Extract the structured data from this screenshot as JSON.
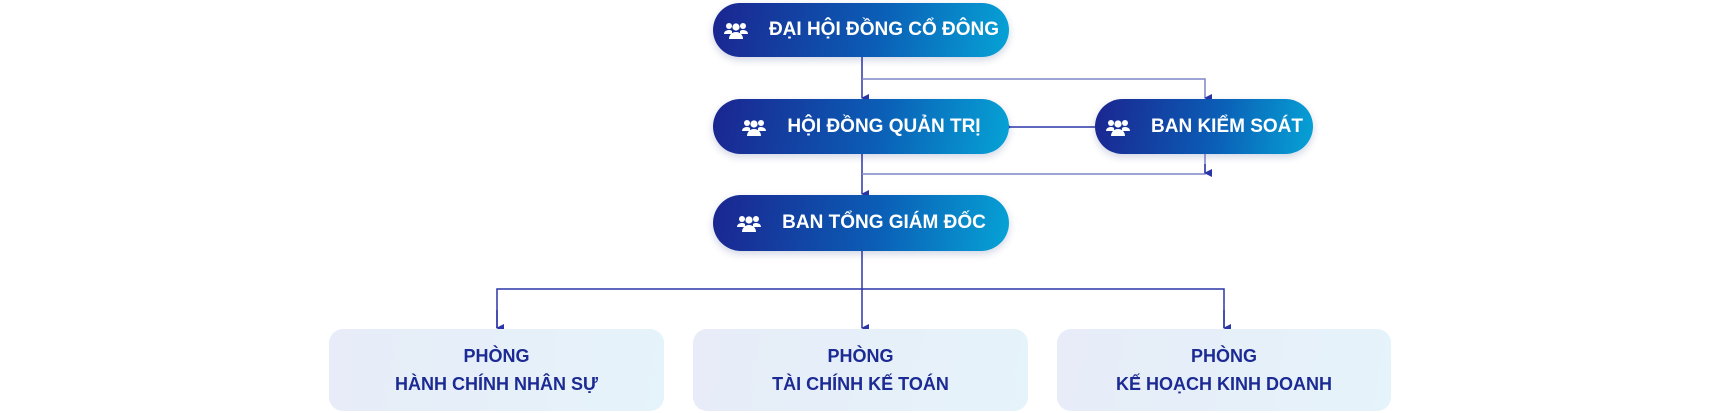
{
  "nodes": {
    "shareholders": "ĐẠI HỘI ĐỒNG CỔ ĐÔNG",
    "board": "HỘI ĐỒNG QUẢN TRỊ",
    "supervisory": "BAN KIỂM SOÁT",
    "executive": "BAN TỔNG GIÁM ĐỐC"
  },
  "departments": [
    {
      "line1": "PHÒNG",
      "line2": "HÀNH CHÍNH NHÂN SỰ"
    },
    {
      "line1": "PHÒNG",
      "line2": "TÀI CHÍNH KẾ TOÁN"
    },
    {
      "line1": "PHÒNG",
      "line2": "KẾ HOẠCH KINH DOANH"
    }
  ],
  "colors": {
    "line": "#2a36a6",
    "text_dark": "#1c2a93"
  }
}
